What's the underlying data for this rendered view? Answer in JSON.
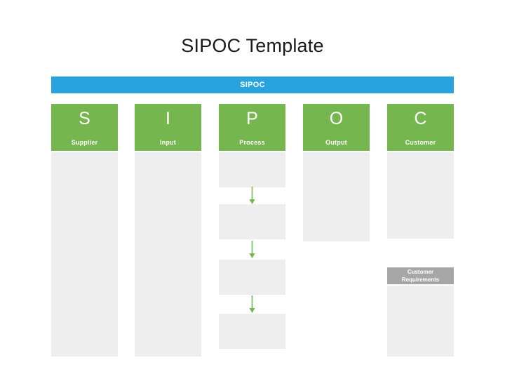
{
  "slide": {
    "title": "SIPOC Template",
    "banner_label": "SIPOC",
    "colors": {
      "banner": "#28a3dd",
      "header": "#76b64e",
      "body": "#eeeeee",
      "arrow": "#76b64e",
      "requirements": "#a6a6a6",
      "title_text": "#1a1a1a"
    }
  },
  "columns": [
    {
      "letter": "S",
      "word": "Supplier"
    },
    {
      "letter": "I",
      "word": "Input"
    },
    {
      "letter": "P",
      "word": "Process"
    },
    {
      "letter": "O",
      "word": "Output"
    },
    {
      "letter": "C",
      "word": "Customer"
    }
  ],
  "customer_requirements": {
    "line1": "Customer",
    "line2": "Requirements"
  },
  "process_steps": [
    {
      "label": ""
    },
    {
      "label": ""
    },
    {
      "label": ""
    },
    {
      "label": ""
    }
  ],
  "arrows": [
    {
      "name": "arrow-1"
    },
    {
      "name": "arrow-2"
    },
    {
      "name": "arrow-3"
    }
  ]
}
